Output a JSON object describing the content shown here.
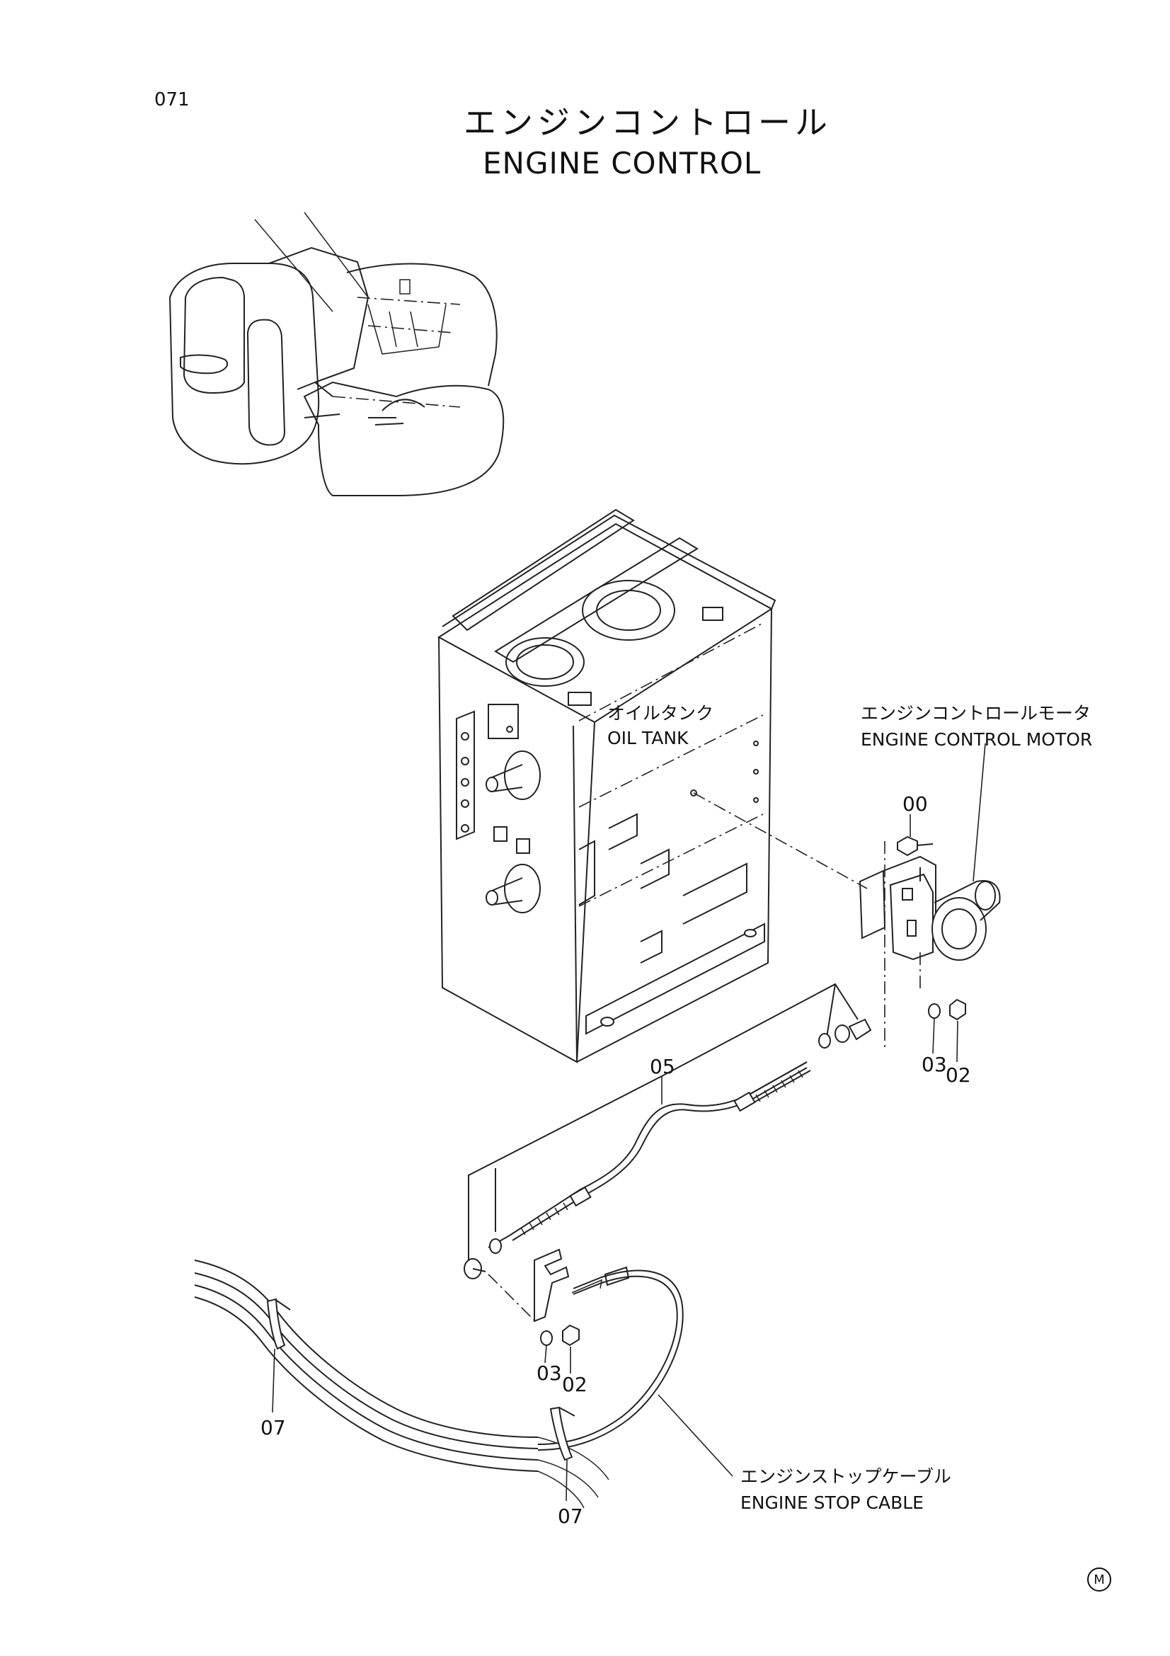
{
  "page_number": "071",
  "title": {
    "japanese": "エンジンコントロール",
    "english": "ENGINE CONTROL"
  },
  "labels": {
    "oil_tank_jp": "オイルタンク",
    "oil_tank_en": "OIL TANK",
    "motor_jp": "エンジンコントロールモータ",
    "motor_en": "ENGINE CONTROL MOTOR",
    "cable_jp": "エンジンストップケーブル",
    "cable_en": "ENGINE STOP CABLE"
  },
  "part_numbers": {
    "motor_bolt": "00",
    "upper_washer": "03",
    "upper_nut": "02",
    "cable_assembly": "05",
    "lower_washer": "03",
    "lower_nut": "02",
    "clamp_left": "07",
    "clamp_right": "07"
  },
  "corner_mark": "M"
}
